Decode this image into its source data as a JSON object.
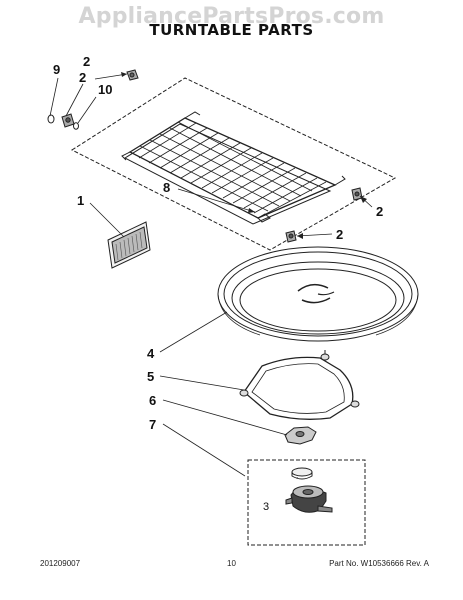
{
  "watermark": "AppliancePartsPros.com",
  "title": "TURNTABLE PARTS",
  "callouts": {
    "c9": "9",
    "c2_left": "2",
    "c10": "10",
    "c2_top": "2",
    "c8": "8",
    "c2_right": "2",
    "c1": "1",
    "c2_mid": "2",
    "c4": "4",
    "c5": "5",
    "c6": "6",
    "c7": "7",
    "c3": "3"
  },
  "footer": {
    "left": "201209007",
    "center": "10",
    "right": "Part No. W10536666 Rev. A"
  },
  "colors": {
    "line": "#222222",
    "watermark": "#d4d4d4"
  }
}
